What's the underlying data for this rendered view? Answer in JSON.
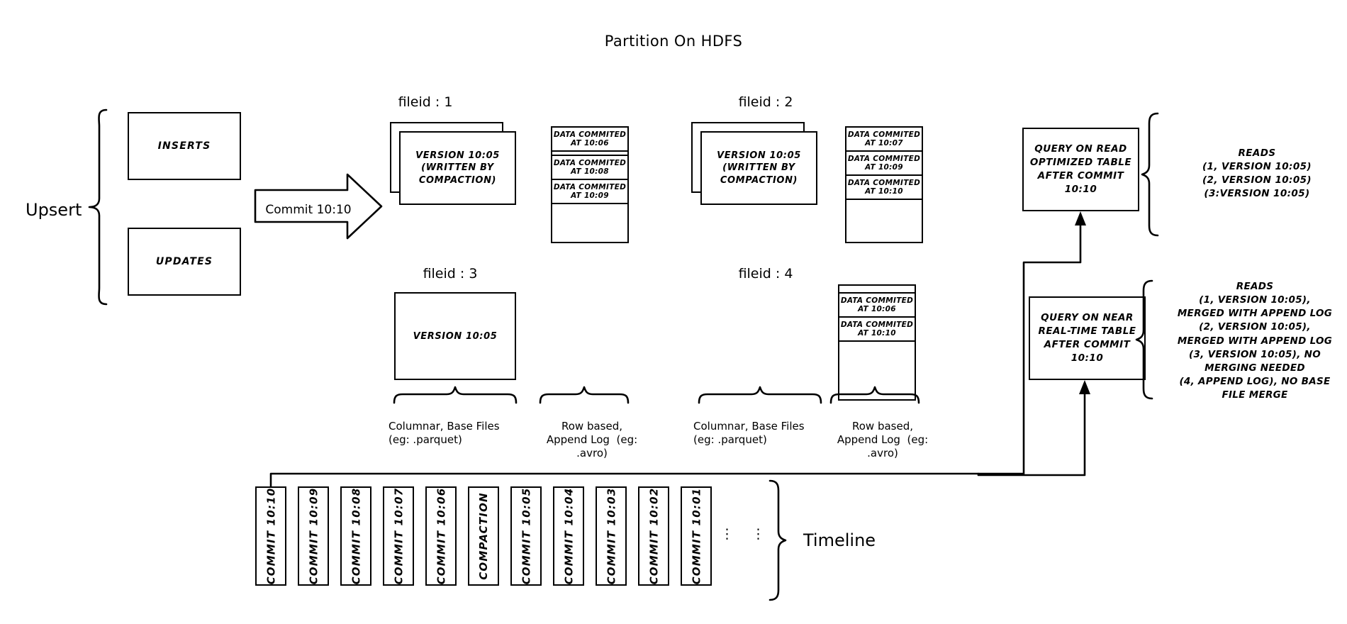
{
  "title": "Partition On HDFS",
  "left": {
    "upsert_label": "Upsert",
    "inserts_label": "INSERTS",
    "updates_label": "UPDATES",
    "commit_arrow_label": "Commit 10:10"
  },
  "file_groups": [
    {
      "heading": "fileid : 1",
      "base_file": {
        "text": "VERSION 10:05\n(WRITTEN BY\nCOMPACTION)",
        "stacked": true
      },
      "log_entries": [
        "DATA COMMITED\nAT 10:06",
        "DATA COMMITED\nAT 10:08",
        "DATA COMMITED\nAT 10:09"
      ]
    },
    {
      "heading": "fileid : 2",
      "base_file": {
        "text": "VERSION 10:05\n(WRITTEN BY\nCOMPACTION)",
        "stacked": true
      },
      "log_entries": [
        "DATA COMMITED\nAT 10:07",
        "DATA COMMITED\nAT 10:09",
        "DATA COMMITED\nAT 10:10"
      ]
    },
    {
      "heading": "fileid : 3",
      "base_file": {
        "text": "VERSION 10:05",
        "stacked": false
      },
      "log_entries": []
    },
    {
      "heading": "fileid : 4",
      "base_file": null,
      "log_entries": [
        "DATA COMMITED\nAT 10:06",
        "DATA COMMITED\nAT 10:10"
      ]
    }
  ],
  "captions": {
    "columnar_left": "Columnar, Base Files\n(eg: .parquet)",
    "rowlog_left": "Row based,\nAppend Log  (eg:\n.avro)",
    "columnar_right": "Columnar, Base Files\n(eg: .parquet)",
    "rowlog_right": "Row based,\nAppend Log  (eg:\n.avro)"
  },
  "queries": [
    {
      "box_text": "QUERY ON READ\nOPTIMIZED TABLE\nAFTER COMMIT\n10:10",
      "reads_text": "READS\n(1, VERSION 10:05)\n(2, VERSION 10:05)\n(3:VERSION 10:05)"
    },
    {
      "box_text": "QUERY ON NEAR\nREAL-TIME TABLE\nAFTER COMMIT\n10:10",
      "reads_text": "READS\n(1, VERSION 10:05),\nMERGED WITH APPEND LOG\n(2, VERSION 10:05),\nMERGED WITH APPEND LOG\n(3, VERSION 10:05), NO\nMERGING NEEDED\n(4, APPEND LOG), NO BASE\nFILE MERGE"
    }
  ],
  "timeline": {
    "label": "Timeline",
    "ellipsis": "⋮",
    "commits": [
      "COMMIT  10:10",
      "COMMIT  10:09",
      "COMMIT  10:08",
      "COMMIT  10:07",
      "COMMIT  10:06",
      "COMPACTION",
      "COMMIT  10:05",
      "COMMIT  10:04",
      "COMMIT  10:03",
      "COMMIT  10:02",
      "COMMIT  10:01"
    ]
  },
  "colors": {
    "stroke": "#000000",
    "background": "#ffffff"
  }
}
